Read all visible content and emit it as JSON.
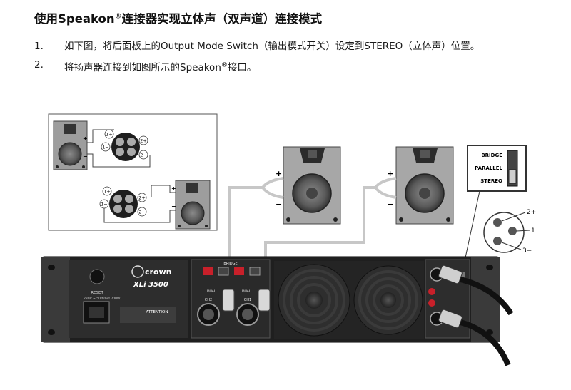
{
  "document": {
    "title_pre": "使用Speakon",
    "title_mark": "®",
    "title_post": "连接器实现立体声（双声道）连接模式",
    "steps": [
      {
        "num": "1.",
        "text": "如下图，将后面板上的Output Mode Switch（输出模式开关）设定到STEREO（立体声）位置。"
      },
      {
        "num": "2.",
        "pre": "将扬声器连接到如图所示的Speakon",
        "mark": "®",
        "post": "接口。"
      }
    ]
  },
  "diagram": {
    "mode_switch": {
      "bridge": "BRIDGE",
      "parallel": "PARALLEL",
      "stereo": "STEREO"
    },
    "xlr_pins": {
      "pin2": "2+",
      "pin1": "1",
      "pin3": "3−"
    },
    "speaker_polarity": {
      "plus": "+",
      "minus": "−"
    },
    "inset_pins": {
      "p1plus": "1+",
      "p1minus": "1−",
      "p2plus": "2+",
      "p2minus": "2−"
    },
    "amp": {
      "brand": "crown",
      "model": "XLi 3500",
      "reset": "RESET",
      "power_spec": "230V ~ 50/60Hz 700W",
      "attention": "ATTENTION",
      "bridge": "BRIDGE",
      "ch2": "CH2",
      "ch1": "CH1",
      "dual": "DUAL"
    }
  },
  "colors": {
    "amp_body": "#1f1f1f",
    "panel": "#2d2d2d",
    "cable": "#c7c7c7",
    "accent_red": "#c8202a"
  }
}
